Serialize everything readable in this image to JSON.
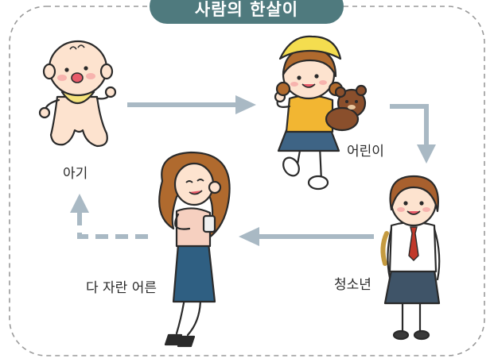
{
  "title": "사람의 한살이",
  "stages": {
    "baby": "아기",
    "child": "어린이",
    "teen": "청소년",
    "adult": "다 자란 어른"
  },
  "colors": {
    "frame_border": "#9a9a9a",
    "title_bg": "#4f7a7e",
    "arrow": "#a9b9c4",
    "skin": "#fde3cf",
    "hair_brown": "#b06a2e"
  }
}
